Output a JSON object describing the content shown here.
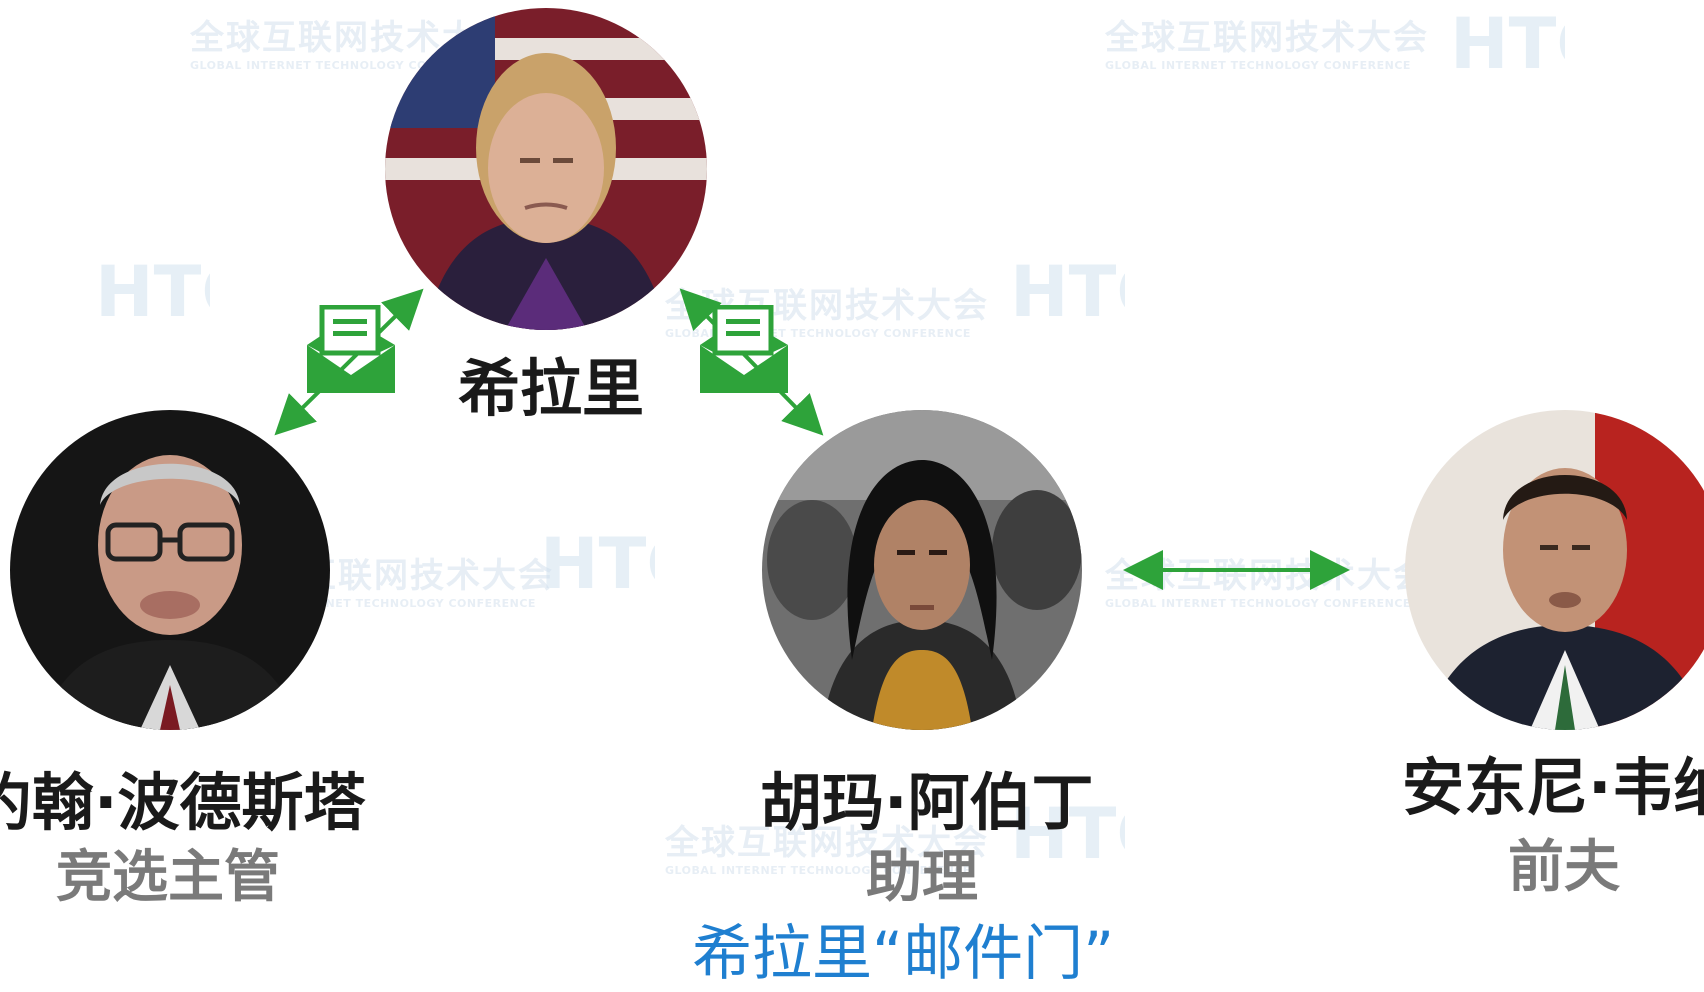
{
  "watermark": {
    "text": "全球互联网技术大会",
    "subtext": "GLOBAL INTERNET TECHNOLOGY CONFERENCE",
    "logo_text": "HTC"
  },
  "nodes": {
    "top": {
      "name": "希拉里"
    },
    "left": {
      "name": "约翰·波德斯塔",
      "role": "竞选主管"
    },
    "center": {
      "name": "胡玛·阿伯丁",
      "role": "助理"
    },
    "right": {
      "name": "安东尼·韦纳",
      "role": "前夫"
    }
  },
  "caption": "希拉里“邮件门”",
  "colors": {
    "arrow": "#2ea33a",
    "mail_icon": "#2ea33a",
    "caption": "#1f7fd0",
    "role_text": "#7a7a7a",
    "name_text": "#1a1a1a"
  },
  "icons": [
    "mail-envelope-icon",
    "bidirectional-arrow-icon"
  ]
}
